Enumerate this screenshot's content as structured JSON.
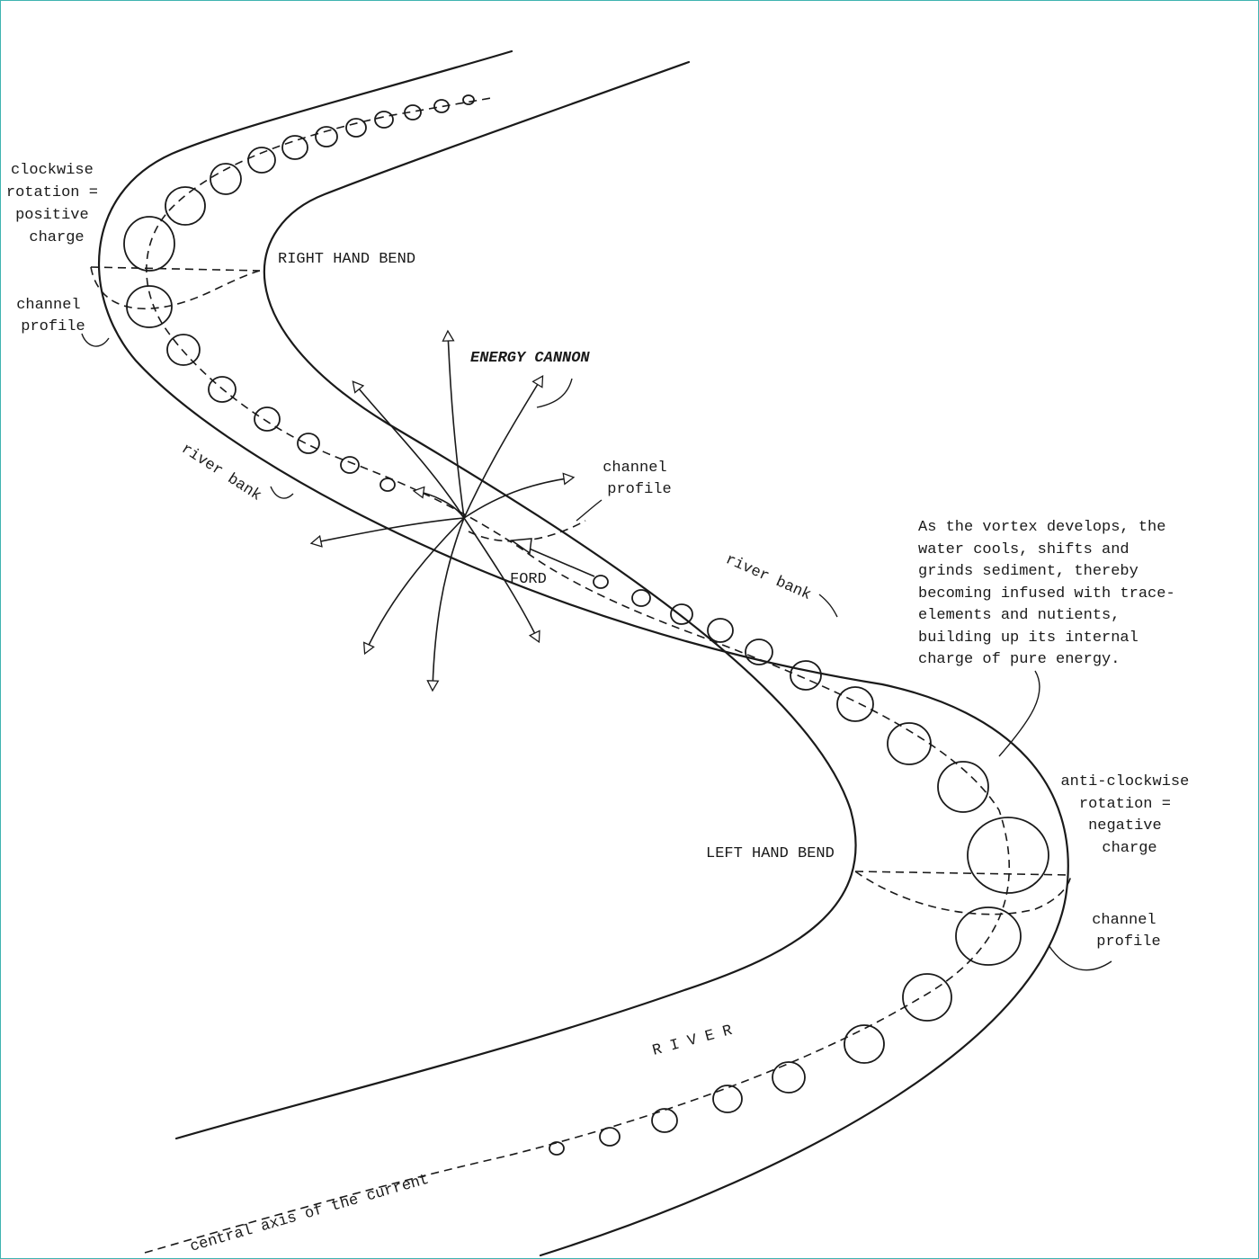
{
  "labels": {
    "clockwise": [
      "clockwise",
      "rotation =",
      "positive",
      "charge"
    ],
    "channel_profile_left": [
      "channel",
      "profile"
    ],
    "right_hand_bend": "RIGHT HAND BEND",
    "energy_cannon": "ENERGY CANNON",
    "channel_profile_mid": [
      "channel",
      "profile"
    ],
    "river_bank_upper": "river bank",
    "river_bank_lower": "river bank",
    "ford": "FORD",
    "vortex_text": [
      "As the vortex develops, the",
      "water cools, shifts and",
      "grinds sediment, thereby",
      "becoming infused with trace-",
      "elements and nutients,",
      "building up its internal",
      "charge of pure energy."
    ],
    "anticlockwise": [
      "anti-clockwise",
      "rotation =",
      "negative",
      "charge"
    ],
    "left_hand_bend": "LEFT HAND BEND",
    "channel_profile_right": [
      "channel",
      "profile"
    ],
    "river": "RIVER",
    "central_axis": "central axis of the current"
  },
  "colors": {
    "ink": "#1a1a1a",
    "frame": "#3fb4b0"
  }
}
